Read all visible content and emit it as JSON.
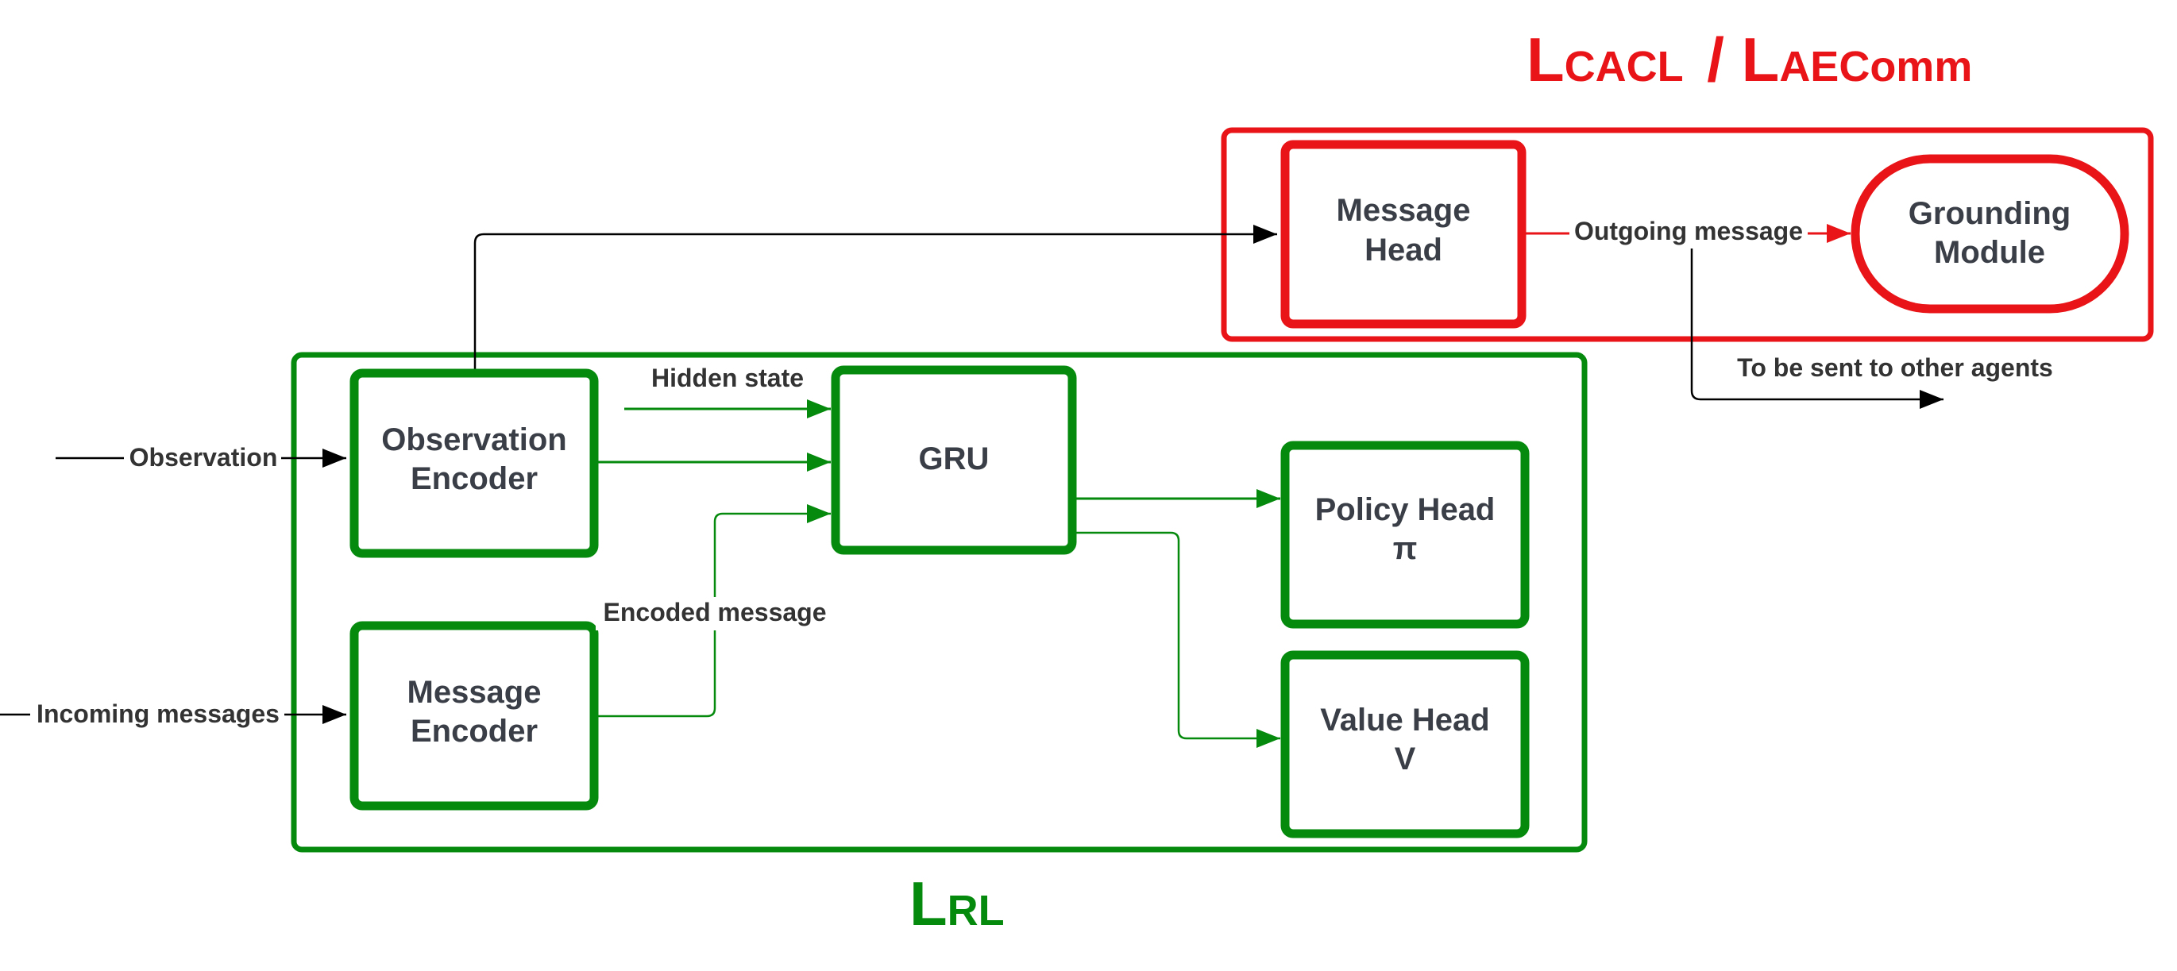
{
  "colors": {
    "green": "#068a0e",
    "red": "#e81417",
    "black": "#000000",
    "node_text": "#3a3f47",
    "edge_text": "#333333",
    "background": "#ffffff"
  },
  "losses": {
    "communication": {
      "main1": "L",
      "sub1": "CACL",
      "sep": " / ",
      "main2": "L",
      "sub2": "AEComm"
    },
    "rl": {
      "main": "L",
      "sub": "RL"
    }
  },
  "groups": {
    "rl_group": {
      "loss_ref": "L_RL",
      "color": "green"
    },
    "comm_group": {
      "loss_ref": "L_CACL / L_AEComm",
      "color": "red"
    }
  },
  "nodes": {
    "observation_encoder": {
      "line1": "Observation",
      "line2": "Encoder"
    },
    "message_encoder": {
      "line1": "Message",
      "line2": "Encoder"
    },
    "gru": {
      "line1": "GRU"
    },
    "policy_head": {
      "line1": "Policy Head",
      "line2": "π"
    },
    "value_head": {
      "line1": "Value Head",
      "line2": "V"
    },
    "message_head": {
      "line1": "Message",
      "line2": "Head"
    },
    "grounding_module": {
      "line1": "Grounding",
      "line2": "Module"
    }
  },
  "edges": {
    "observation": "Observation",
    "incoming_messages": "Incoming messages",
    "hidden_state": "Hidden state",
    "encoded_message": "Encoded message",
    "outgoing_message": "Outgoing message",
    "to_other_agents": "To be sent to other agents"
  }
}
